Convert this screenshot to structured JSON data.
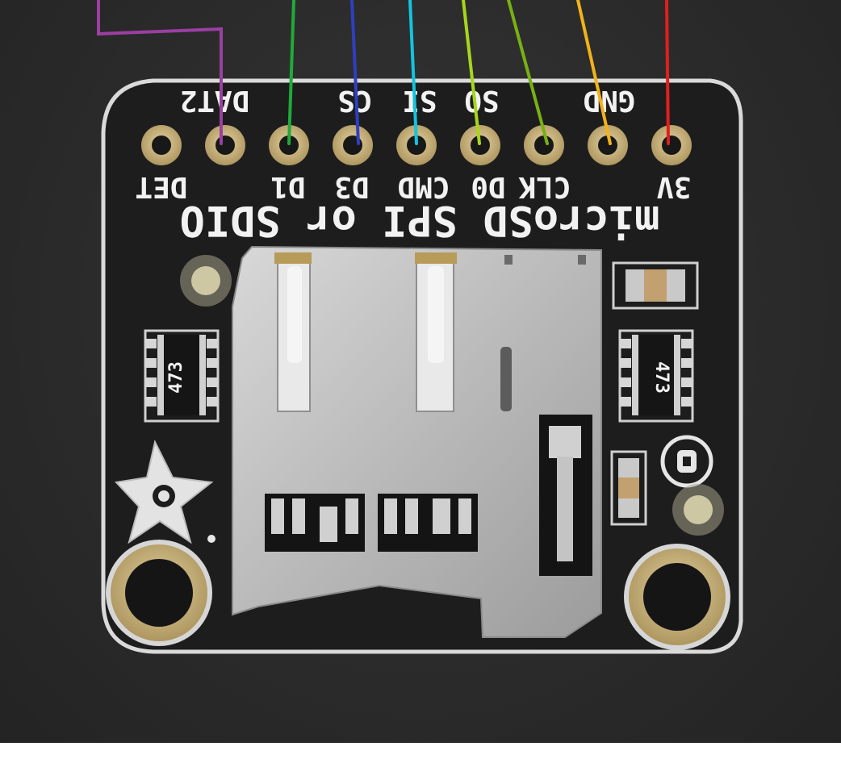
{
  "board": {
    "title": "microSD SPI or SDIO",
    "top_pin_labels": [
      "DAT2",
      "CS",
      "SI",
      "SO",
      "GND"
    ],
    "bottom_pin_labels": [
      "DET",
      "D1",
      "D3",
      "CMD",
      "D0",
      "CLK",
      "3V"
    ],
    "resistor_left_code": "473",
    "resistor_right_code": "473"
  },
  "colors": {
    "background": "#2b2b2b",
    "pcb": "#1d1d1d",
    "silkscreen": "#f2f2f2",
    "gold": "#c9b27c",
    "metal": "#c8c8c8"
  },
  "wires": [
    {
      "pin": "DAT2",
      "color": "#9b3fa3"
    },
    {
      "pin": "D1",
      "color": "#1faa3a"
    },
    {
      "pin": "CS",
      "color": "#2f3fc0"
    },
    {
      "pin": "SI",
      "color": "#12c4df"
    },
    {
      "pin": "SO",
      "color": "#a6d61c"
    },
    {
      "pin": "CLK",
      "color": "#78b014"
    },
    {
      "pin": "GND",
      "color": "#f2b21b"
    },
    {
      "pin": "3V",
      "color": "#e0201e"
    }
  ]
}
